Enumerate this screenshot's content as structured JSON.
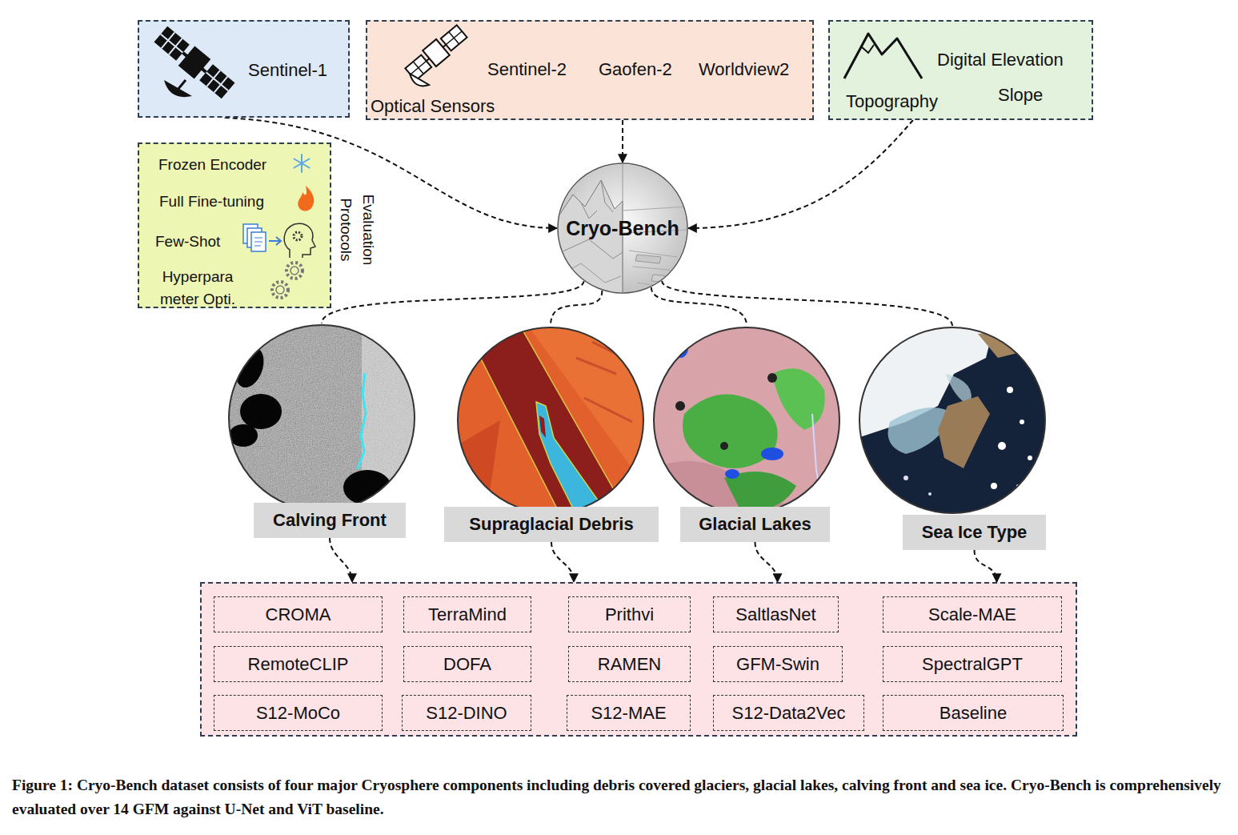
{
  "diagram": {
    "caption": "Figure 1: Cryo-Bench dataset consists of four major Cryosphere components including debris covered glaciers, glacial lakes, calving front and sea ice. Cryo-Bench is comprehensively evaluated over 14 GFM against U-Net and ViT baseline.",
    "nodes": [
      {
        "text": [
          "Sentinel-1"
        ]
      },
      {
        "text": [
          "Sentinel-2",
          "Gaofen-2",
          "Worldview2",
          "Optical Sensors"
        ]
      },
      {
        "text": [
          "Digital Elevation",
          "Topography",
          "Slope"
        ]
      },
      {
        "text": [
          "Evaluation Protocols",
          "Frozen Encoder",
          "Full Fine-tuning",
          "Few-Shot",
          "Hyperpara meter Opti."
        ]
      },
      {
        "text": [
          "Cryo-Bench"
        ]
      },
      {
        "text": [
          "Calving Front"
        ]
      },
      {
        "text": [
          "Supraglacial Debris"
        ]
      },
      {
        "text": [
          "Glacial Lakes"
        ]
      },
      {
        "text": [
          "Sea Ice Type"
        ]
      },
      {
        "text": []
      },
      {
        "text": [
          "CROMA"
        ],
        "in": 9
      },
      {
        "text": [
          "TerraMind"
        ],
        "in": 9
      },
      {
        "text": [
          "Prithvi"
        ],
        "in": 9
      },
      {
        "text": [
          "SaltlasNet"
        ],
        "in": 9
      },
      {
        "text": [
          "Scale-MAE"
        ],
        "in": 9
      },
      {
        "text": [
          "RemoteCLIP"
        ],
        "in": 9
      },
      {
        "text": [
          "DOFA"
        ],
        "in": 9
      },
      {
        "text": [
          "RAMEN"
        ],
        "in": 9
      },
      {
        "text": [
          "GFM-Swin"
        ],
        "in": 9
      },
      {
        "text": [
          "SpectralGPT"
        ],
        "in": 9
      },
      {
        "text": [
          "S12-MoCo"
        ],
        "in": 9
      },
      {
        "text": [
          "S12-DINO"
        ],
        "in": 9
      },
      {
        "text": [
          "S12-MAE"
        ],
        "in": 9
      },
      {
        "text": [
          "S12-Data2Vec"
        ],
        "in": 9
      },
      {
        "text": [
          "Baseline"
        ],
        "in": 9
      }
    ],
    "edges": [
      {
        "from": 0,
        "to": 4,
        "arrow": "to"
      },
      {
        "from": 1,
        "to": 4,
        "arrow": "to"
      },
      {
        "from": 2,
        "to": 4,
        "arrow": "to"
      },
      {
        "from": 4,
        "to": 5,
        "arrow": "none"
      },
      {
        "from": 4,
        "to": 6,
        "arrow": "none"
      },
      {
        "from": 4,
        "to": 7,
        "arrow": "none"
      },
      {
        "from": 4,
        "to": 8,
        "arrow": "none"
      },
      {
        "from": 5,
        "to": 9,
        "arrow": "to"
      },
      {
        "from": 6,
        "to": 9,
        "arrow": "to"
      },
      {
        "from": 7,
        "to": 9,
        "arrow": "to"
      },
      {
        "from": 8,
        "to": 9,
        "arrow": "to"
      }
    ]
  }
}
